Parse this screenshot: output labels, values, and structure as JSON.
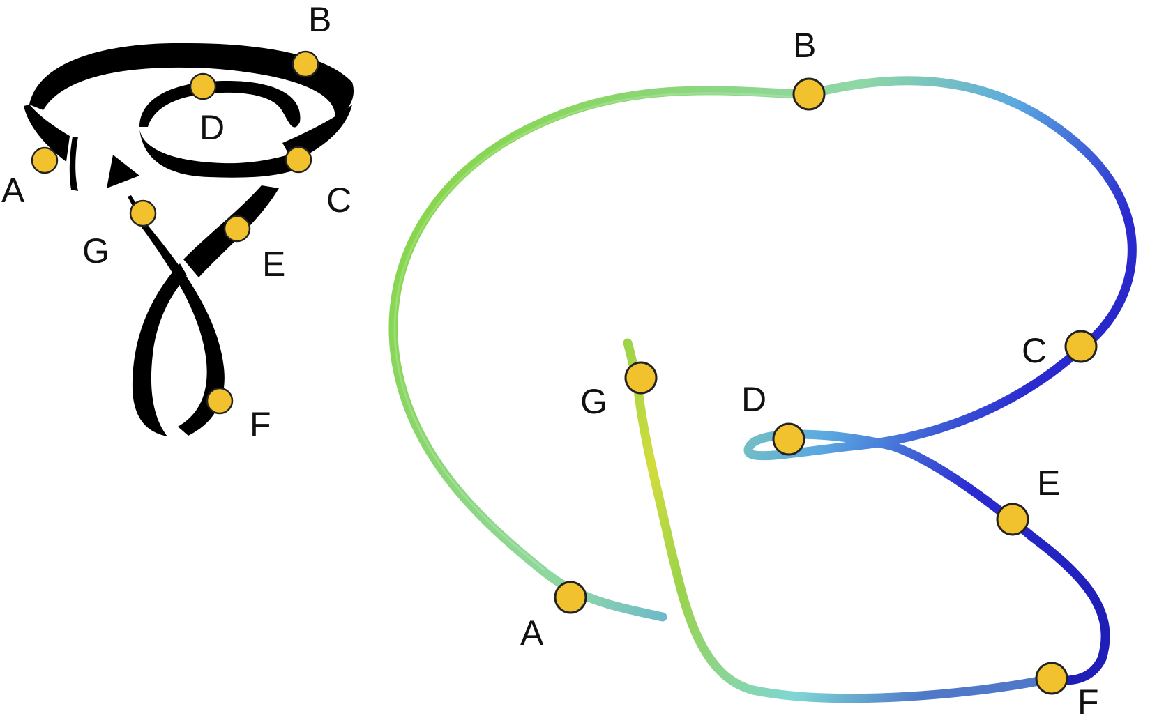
{
  "colors": {
    "marker_fill": "#F2C12E",
    "ribbon": "#000000",
    "tube_green": "#7FD13B",
    "tube_cyan": "#7ED7D4",
    "tube_blue": "#1F1FB8",
    "tube_yellow": "#C9DC3C"
  },
  "left_panel": {
    "points": [
      "A",
      "B",
      "C",
      "D",
      "E",
      "F",
      "G"
    ]
  },
  "right_panel": {
    "points": [
      "A",
      "B",
      "C",
      "D",
      "E",
      "F",
      "G"
    ]
  }
}
